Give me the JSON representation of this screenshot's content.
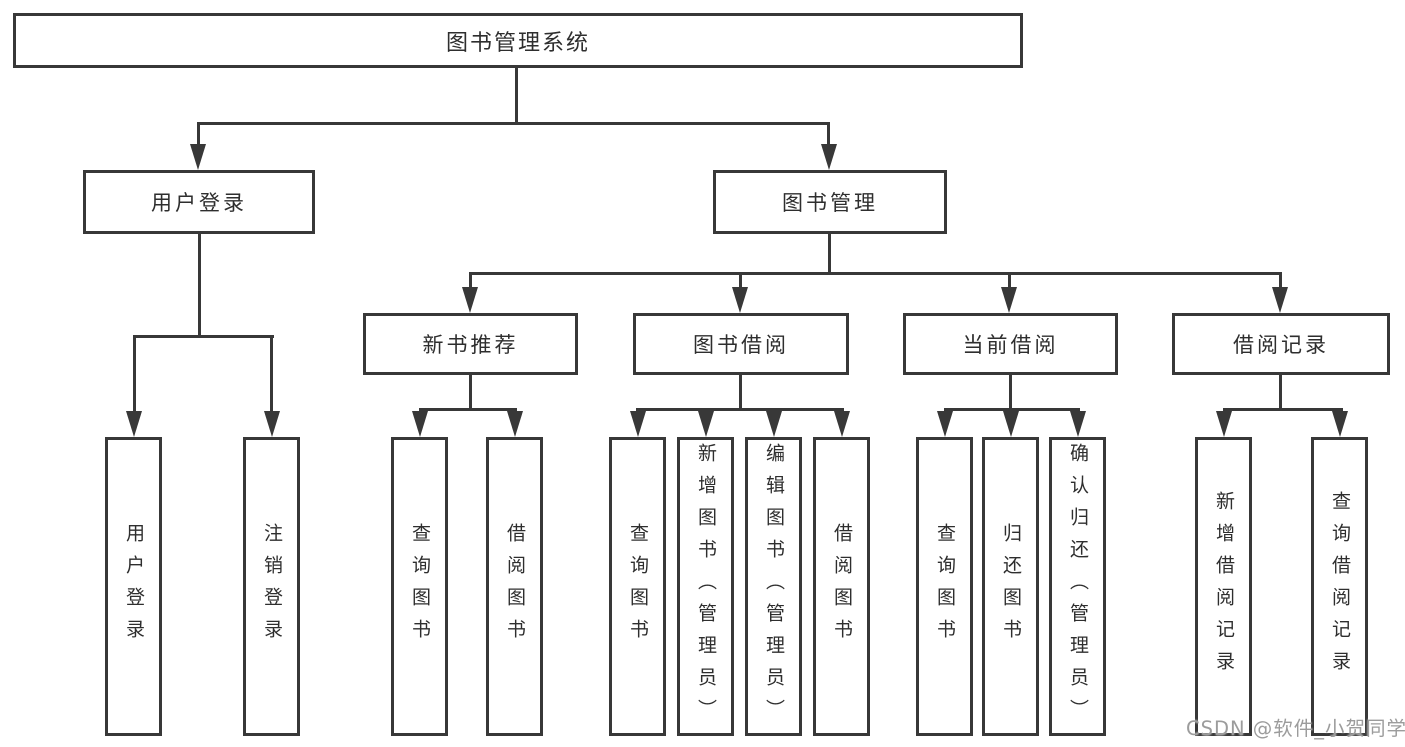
{
  "diagram": {
    "root": {
      "label": "图书管理系统"
    },
    "branches": [
      {
        "label": "用户登录",
        "children": [
          "用户登录",
          "注销登录"
        ]
      },
      {
        "label": "图书管理",
        "sections": [
          {
            "label": "新书推荐",
            "children": [
              "查询图书",
              "借阅图书"
            ]
          },
          {
            "label": "图书借阅",
            "children": [
              "查询图书",
              "新增图书（管理员）",
              "编辑图书（管理员）",
              "借阅图书"
            ]
          },
          {
            "label": "当前借阅",
            "children": [
              "查询图书",
              "归还图书",
              "确认归还（管理员）"
            ]
          },
          {
            "label": "借阅记录",
            "children": [
              "新增借阅记录",
              "查询借阅记录"
            ]
          }
        ]
      }
    ]
  },
  "watermark": {
    "text": "CSDN @软件_小贺同学"
  },
  "colors": {
    "line": "#383838",
    "text": "#2e2e2e",
    "background": "#ffffff",
    "watermark": "#9c9c9c"
  }
}
